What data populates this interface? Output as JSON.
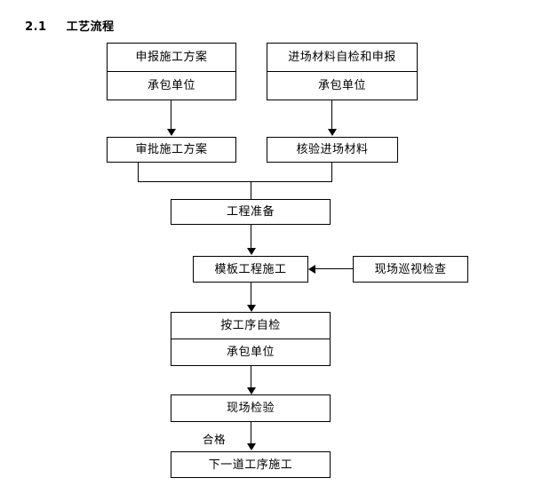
{
  "heading": {
    "number": "2.1",
    "title": "工艺流程"
  },
  "diagram": {
    "type": "flowchart",
    "nodes": [
      {
        "id": "apply-scheme",
        "title": "申报施工方案",
        "subtitle": "承包单位"
      },
      {
        "id": "material-self",
        "title": "进场材料自检和申报",
        "subtitle": "承包单位"
      },
      {
        "id": "approve-scheme",
        "title": "审批施工方案"
      },
      {
        "id": "verify-material",
        "title": "核验进场材料"
      },
      {
        "id": "project-prep",
        "title": "工程准备"
      },
      {
        "id": "formwork-constr",
        "title": "模板工程施工"
      },
      {
        "id": "site-inspect",
        "title": "现场巡视检查"
      },
      {
        "id": "process-self",
        "title": "按工序自检",
        "subtitle": "承包单位"
      },
      {
        "id": "site-test",
        "title": "现场检验"
      },
      {
        "id": "next-process",
        "title": "下一道工序施工"
      }
    ],
    "edges": [
      {
        "from": "apply-scheme",
        "to": "approve-scheme",
        "label": ""
      },
      {
        "from": "material-self",
        "to": "verify-material",
        "label": ""
      },
      {
        "from": "approve-scheme",
        "to": "project-prep",
        "label": ""
      },
      {
        "from": "verify-material",
        "to": "project-prep",
        "label": ""
      },
      {
        "from": "project-prep",
        "to": "formwork-constr",
        "label": ""
      },
      {
        "from": "site-inspect",
        "to": "formwork-constr",
        "label": ""
      },
      {
        "from": "formwork-constr",
        "to": "process-self",
        "label": ""
      },
      {
        "from": "process-self",
        "to": "site-test",
        "label": ""
      },
      {
        "from": "site-test",
        "to": "next-process",
        "label": "合格"
      }
    ],
    "labels": {
      "qualified": "合格"
    },
    "colors": {
      "line": "#000000",
      "background": "#ffffff",
      "text": "#000000"
    }
  }
}
